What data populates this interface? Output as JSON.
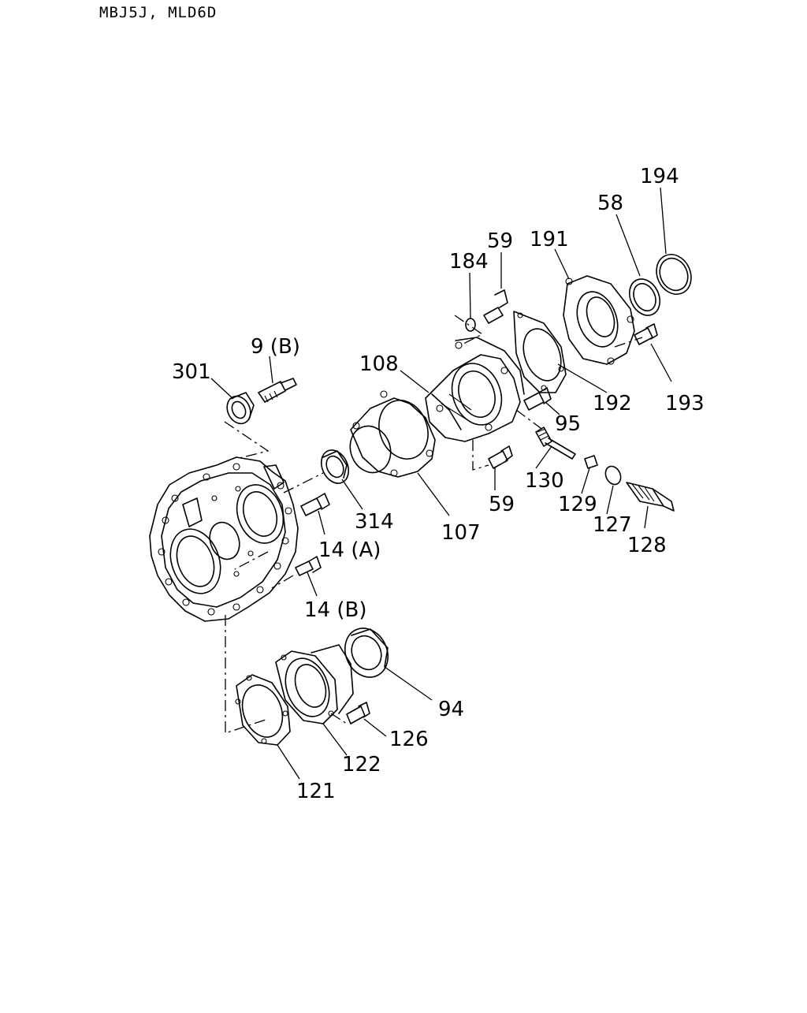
{
  "header": {
    "model_codes": "MBJ5J, MLD6D"
  },
  "labels": {
    "l194": "194",
    "l58": "58",
    "l191": "191",
    "l59a": "59",
    "l184": "184",
    "l9b": "9 (B)",
    "l301": "301",
    "l108": "108",
    "l192": "192",
    "l193": "193",
    "l95": "95",
    "l130": "130",
    "l59b": "59",
    "l129": "129",
    "l127": "127",
    "l128": "128",
    "l314": "314",
    "l107": "107",
    "l14a": "14 (A)",
    "l14b": "14 (B)",
    "l94": "94",
    "l126": "126",
    "l122": "122",
    "l121": "121"
  }
}
